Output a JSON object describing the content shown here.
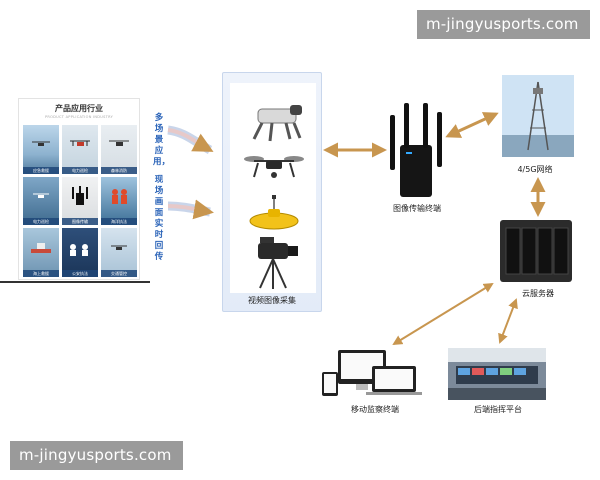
{
  "watermarks": {
    "top": "m-jingyusports.com",
    "bottom": "m-jingyusports.com"
  },
  "left_panel": {
    "title": "产品应用行业",
    "subtitle": "PRODUCT APPLICATION INDUSTRY",
    "tiles": [
      {
        "caption": "应急救援",
        "icon": "drone-icon"
      },
      {
        "caption": "电力巡检",
        "icon": "drone-icon"
      },
      {
        "caption": "森林消防",
        "icon": "drone-icon"
      },
      {
        "caption": "电力巡检",
        "icon": "drone-icon"
      },
      {
        "caption": "图像传输",
        "icon": "router-icon"
      },
      {
        "caption": "海洋执法",
        "icon": "worker-icon"
      },
      {
        "caption": "海上救援",
        "icon": "ship-icon"
      },
      {
        "caption": "公安执法",
        "icon": "police-icon"
      },
      {
        "caption": "交通管控",
        "icon": "drone-icon"
      }
    ]
  },
  "side_text": {
    "line1": "多场景应用，",
    "line2": "现场画面实时回传"
  },
  "center_panel": {
    "label": "视频图像采集",
    "devices": [
      "robot-dog-icon",
      "drone-icon",
      "unmanned-boat-icon",
      "video-camera-icon"
    ]
  },
  "nodes": {
    "transmit": "图像传输终端",
    "network": "4/5G网络",
    "cloud": "云服务器",
    "mobile": "移动监察终端",
    "backend": "后端指挥平台"
  },
  "colors": {
    "arrow": "#c8964f",
    "accent_blue": "#2a63b8",
    "panel_border": "#c8d6ec"
  }
}
